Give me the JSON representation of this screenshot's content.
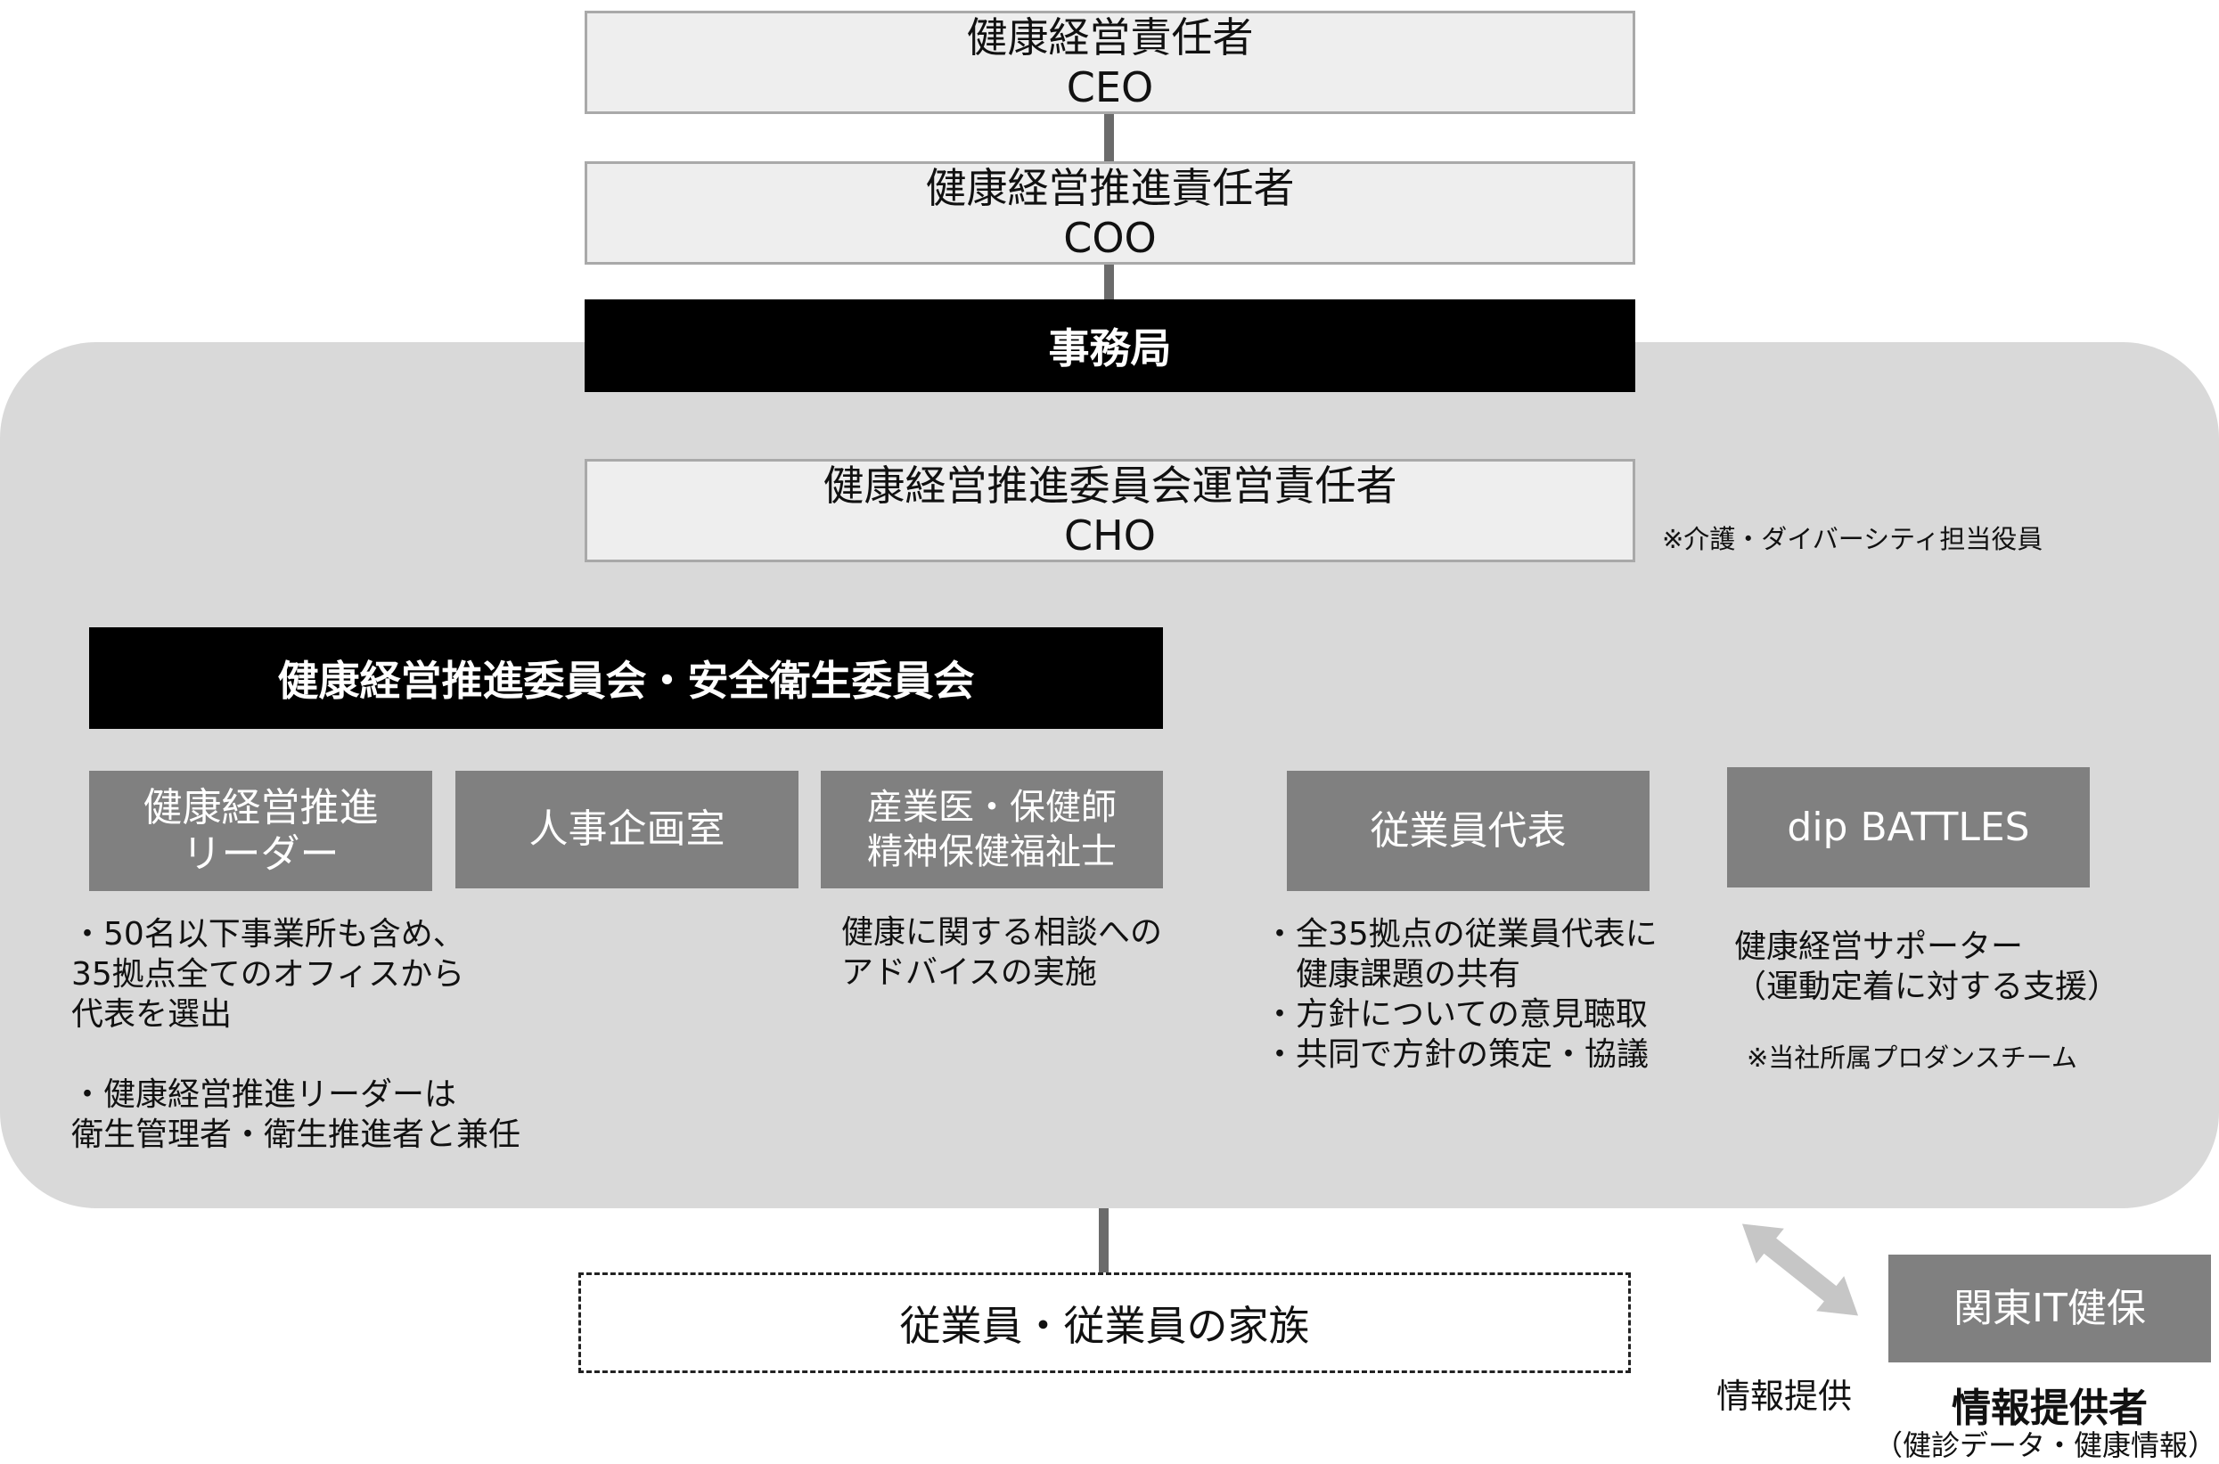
{
  "ceo": {
    "title": "健康経営責任者",
    "role": "CEO"
  },
  "coo": {
    "title": "健康経営推進責任者",
    "role": "COO"
  },
  "secretariat": "事務局",
  "cho": {
    "title": "健康経営推進委員会運営責任者",
    "role": "CHO",
    "note": "※介護・ダイバーシティ担当役員"
  },
  "committee": "健康経営推進委員会・安全衛生委員会",
  "members": {
    "leader": {
      "line1": "健康経営推進",
      "line2": "リーダー"
    },
    "hr": "人事企画室",
    "medical": {
      "line1": "産業医・保健師",
      "line2": "精神保健福祉士"
    },
    "employee_rep": "従業員代表",
    "battles": "dip BATTLES"
  },
  "descriptions": {
    "leader": [
      "・50名以下事業所も含め、",
      "35拠点全てのオフィスから",
      "代表を選出",
      "",
      "・健康経営推進リーダーは",
      "衛生管理者・衛生推進者と兼任"
    ],
    "medical": [
      "健康に関する相談への",
      "アドバイスの実施"
    ],
    "employee_rep": [
      "・全35拠点の従業員代表に",
      "　健康課題の共有",
      "・方針についての意見聴取",
      "・共同で方針の策定・協議"
    ],
    "battles": [
      "健康経営サポーター",
      "（運動定着に対する支援）"
    ],
    "battles_note": "※当社所属プロダンスチーム"
  },
  "employees": "従業員・従業員の家族",
  "kanto": {
    "name": "関東IT健保",
    "exchange_label": "情報提供",
    "provider_title": "情報提供者",
    "provider_sub": "（健診データ・健康情報）"
  },
  "colors": {
    "panel": "#d9d9d9",
    "light_box": "#eeeeee",
    "gray_box": "#808080",
    "black_box": "#000000",
    "connector": "#6b6b6b",
    "arrow": "#c6c6c6"
  }
}
